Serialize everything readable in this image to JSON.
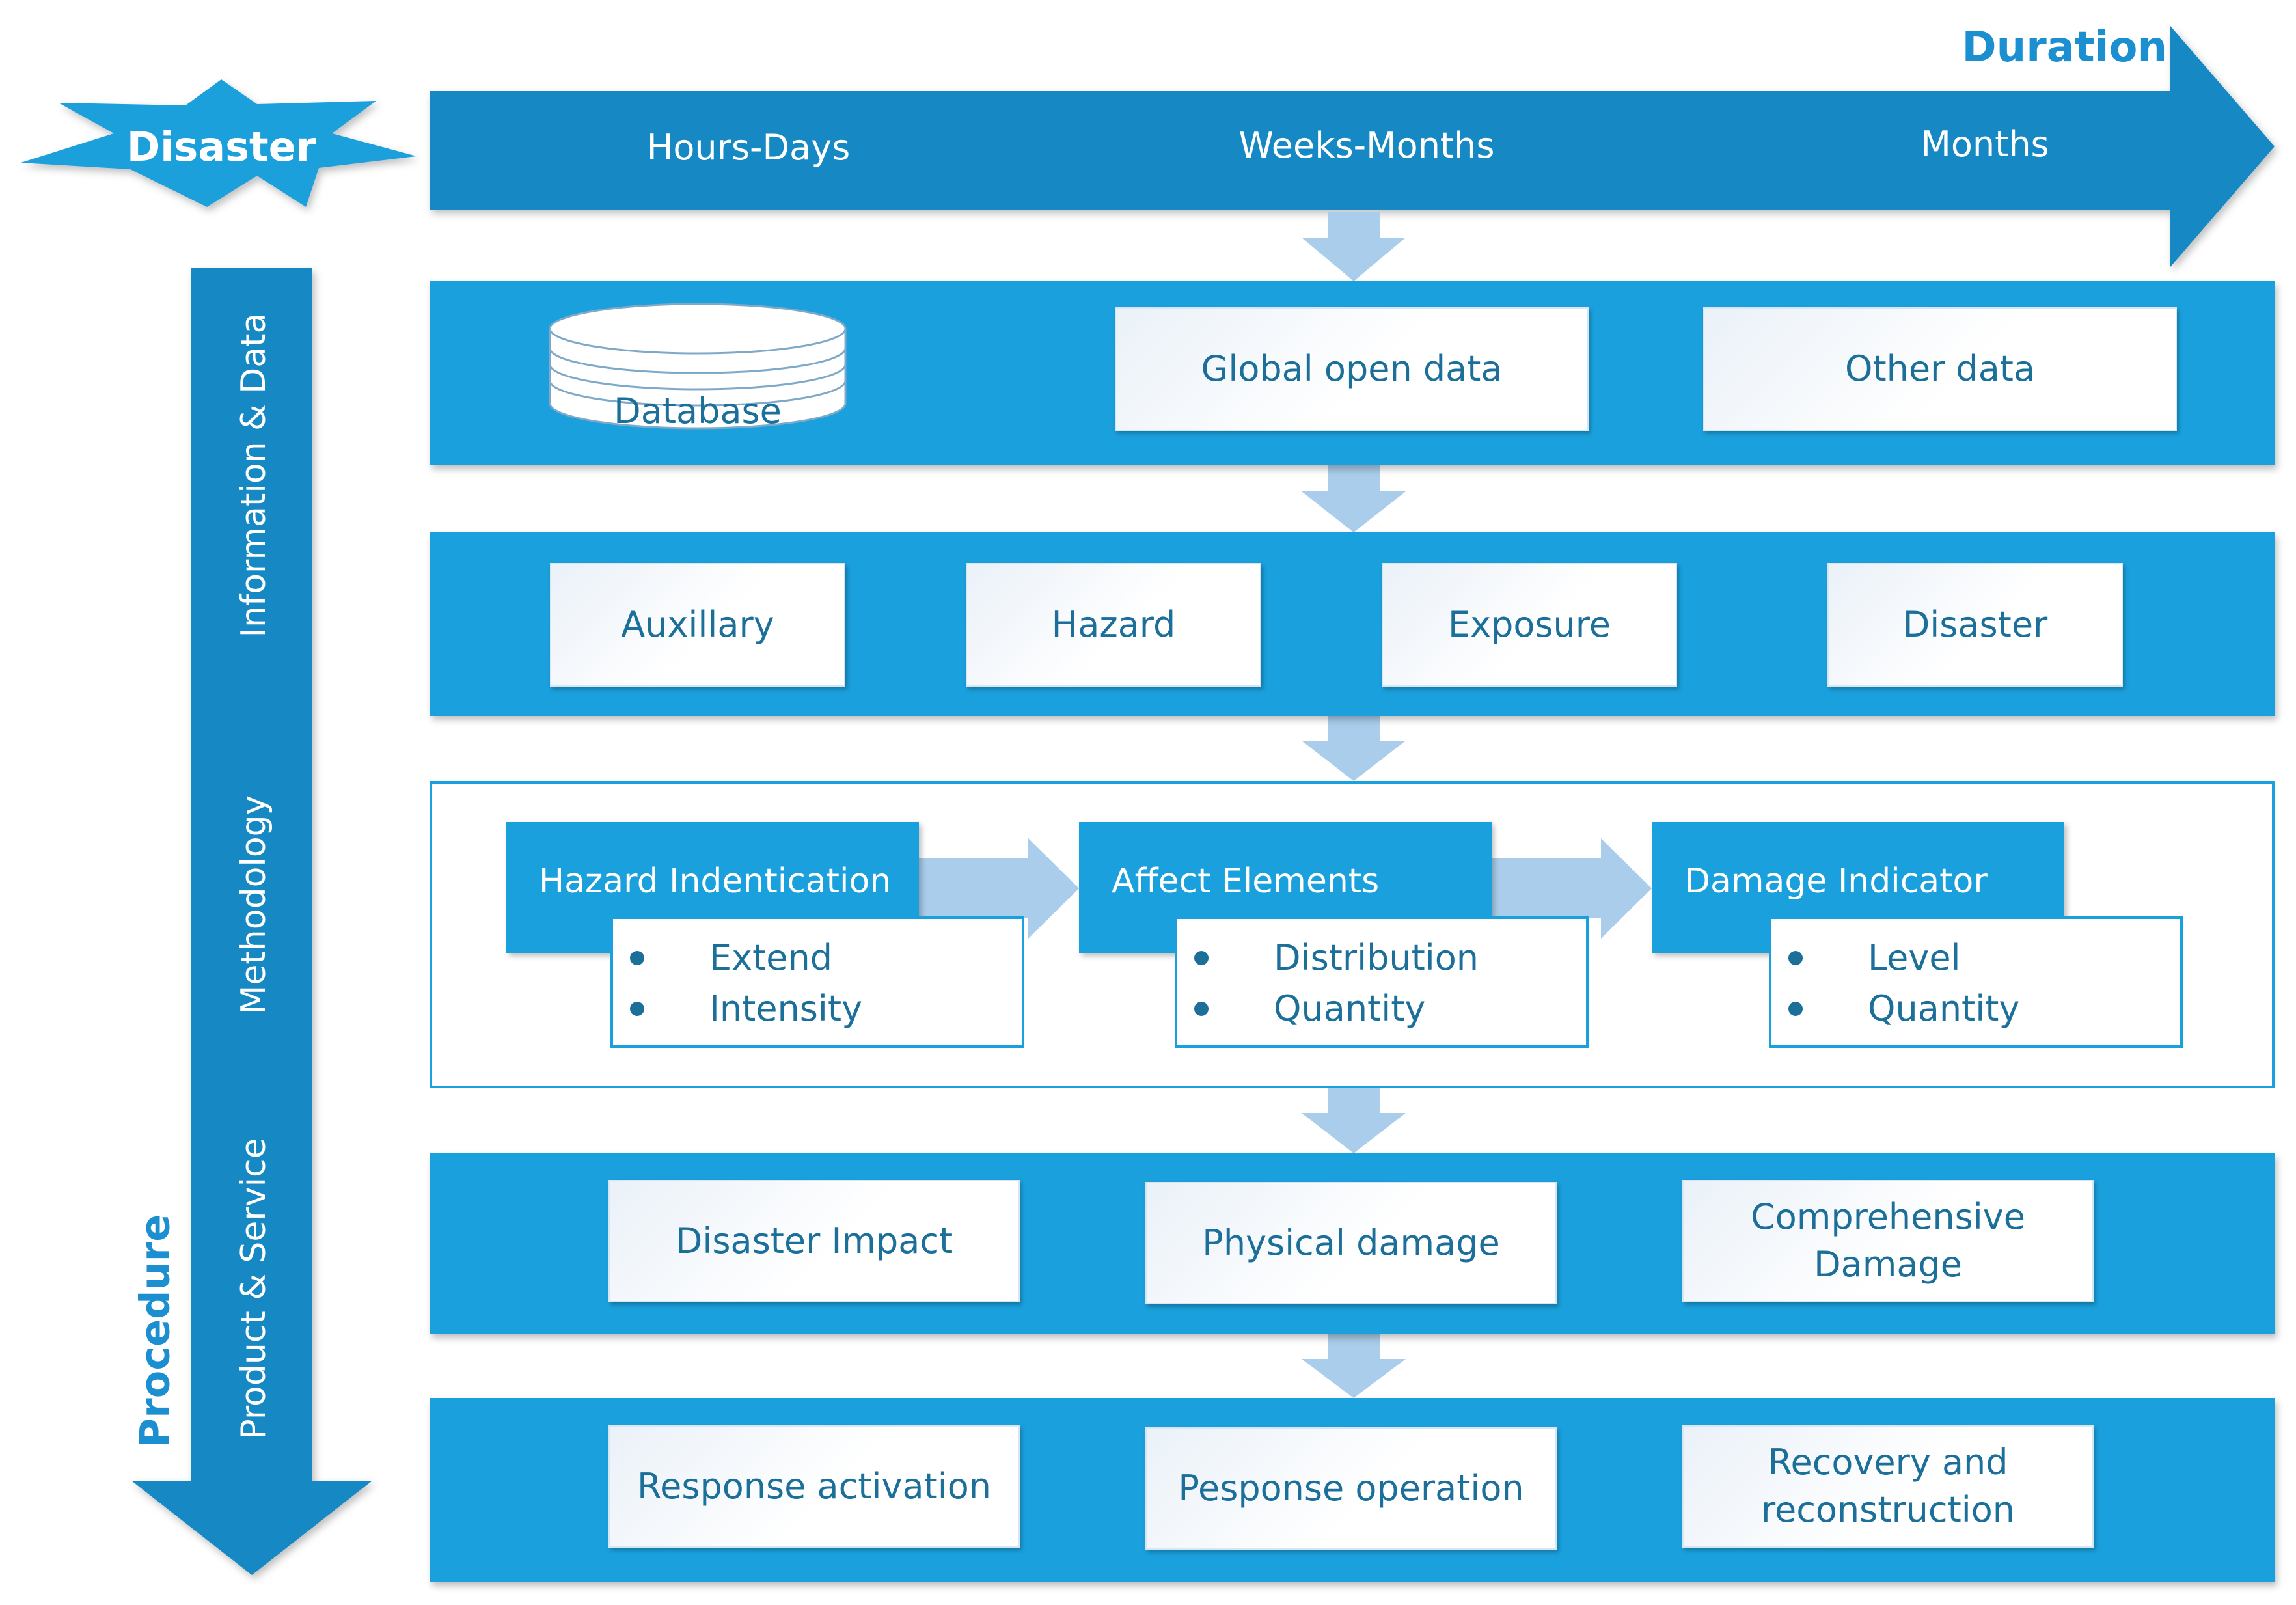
{
  "disaster_badge": {
    "label": "Disaster"
  },
  "timeline": {
    "title": "Duration",
    "stages": [
      "Hours-Days",
      "Weeks-Months",
      "Months"
    ]
  },
  "procedure": {
    "title": "Procedure",
    "phases": [
      "Information & Data",
      "Methodology",
      "Product & Service"
    ]
  },
  "data_sources": {
    "database_label": "Database",
    "items": [
      "Global open data",
      "Other data"
    ]
  },
  "data_types": [
    "Auxillary",
    "Hazard",
    "Exposure",
    "Disaster"
  ],
  "methodology": [
    {
      "title": "Hazard Indentication",
      "bullets": [
        "Extend",
        "Intensity"
      ]
    },
    {
      "title": "Affect Elements",
      "bullets": [
        "Distribution",
        "Quantity"
      ]
    },
    {
      "title": "Damage Indicator",
      "bullets": [
        "Level",
        "Quantity"
      ]
    }
  ],
  "products": [
    "Disaster Impact",
    "Physical damage",
    "Comprehensive Damage"
  ],
  "services": [
    "Response activation",
    "Pesponse operation",
    "Recovery and reconstruction"
  ],
  "colors": {
    "primary": "#1aa0dc",
    "dark": "#1288c4",
    "text": "#1b6f99",
    "connector": "#a9cdea"
  }
}
